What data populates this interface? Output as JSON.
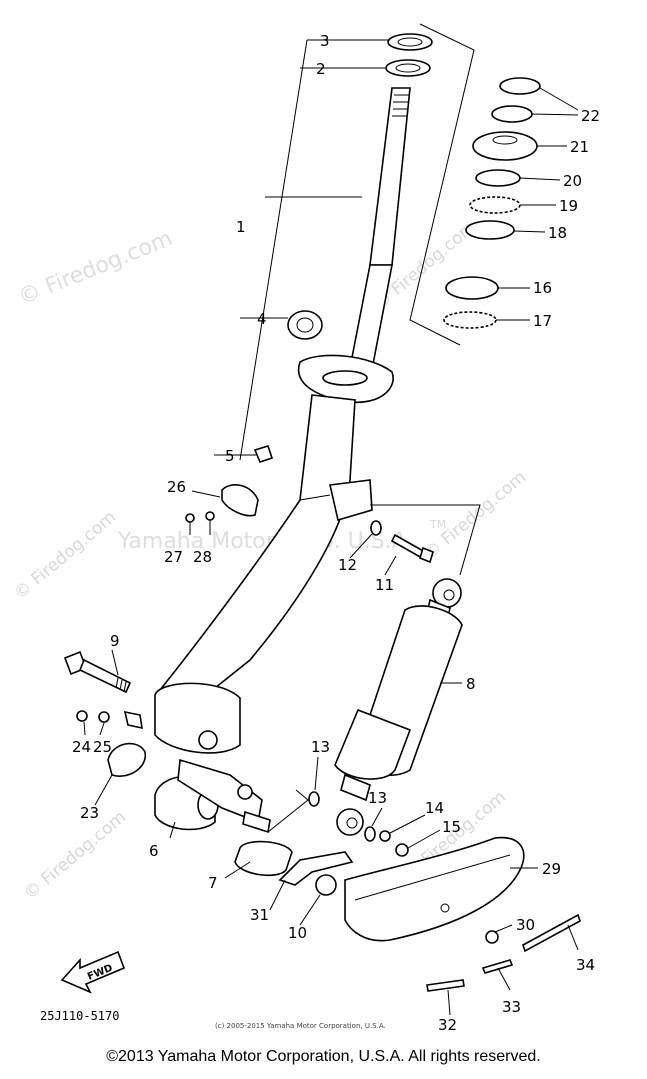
{
  "watermarks": {
    "firedog_diag": "© Firedog.com",
    "firedog_small": "© Firedog.com",
    "yamaha_mid": "Yamaha Motor Corp. U.S.A."
  },
  "labels": {
    "p1": "1",
    "p2": "2",
    "p3": "3",
    "p4": "4",
    "p5": "5",
    "p6": "6",
    "p7": "7",
    "p8": "8",
    "p9": "9",
    "p10": "10",
    "p11": "11",
    "p12": "12",
    "p13a": "13",
    "p13b": "13",
    "p14": "14",
    "p15": "15",
    "p16": "16",
    "p17": "17",
    "p18": "18",
    "p19": "19",
    "p20": "20",
    "p21": "21",
    "p22": "22",
    "p23": "23",
    "p24": "24",
    "p25": "25",
    "p26": "26",
    "p27": "27",
    "p28": "28",
    "p29": "29",
    "p30": "30",
    "p31": "31",
    "p32": "32",
    "p33": "33",
    "p34": "34"
  },
  "fwd_label": "FWD",
  "tm_mark": "TM",
  "diagram_code": "25J110-5170",
  "small_copyright": "(c) 2005-2015 Yamaha Motor Corporation, U.S.A.",
  "footer_copyright": "©2013 Yamaha Motor Corporation, U.S.A. All rights reserved."
}
